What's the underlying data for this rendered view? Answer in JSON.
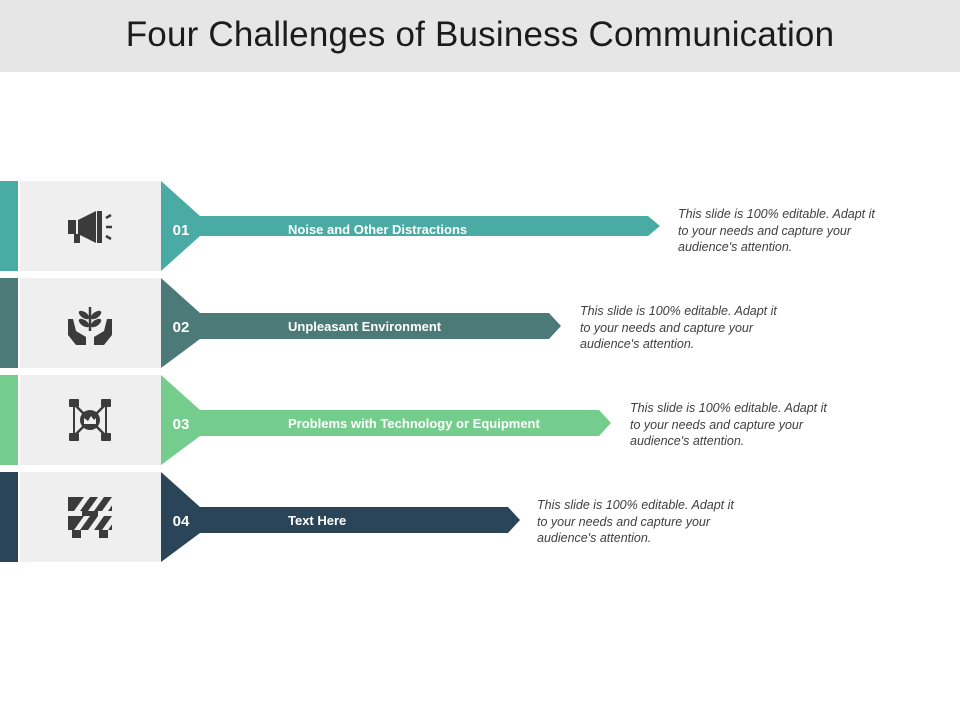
{
  "slide": {
    "title": "Four Challenges of Business Communication"
  },
  "items": [
    {
      "number": "01",
      "label": "Noise and Other Distractions",
      "description": "This slide is 100% editable. Adapt it to your needs and capture your audience's attention.",
      "color": "#4aaba4",
      "icon": "megaphone-icon"
    },
    {
      "number": "02",
      "label": "Unpleasant Environment",
      "description": "This slide is 100% editable. Adapt it to your needs and capture your audience's attention.",
      "color": "#4b7a78",
      "icon": "hands-plant-icon"
    },
    {
      "number": "03",
      "label": "Problems with Technology or Equipment",
      "description": "This slide is 100% editable. Adapt it to your needs and capture your audience's attention.",
      "color": "#74cd8c",
      "icon": "network-icon"
    },
    {
      "number": "04",
      "label": "Text Here",
      "description": "This slide is 100% editable. Adapt it to your needs and capture your audience's attention.",
      "color": "#2b4558",
      "icon": "barrier-icon"
    }
  ]
}
